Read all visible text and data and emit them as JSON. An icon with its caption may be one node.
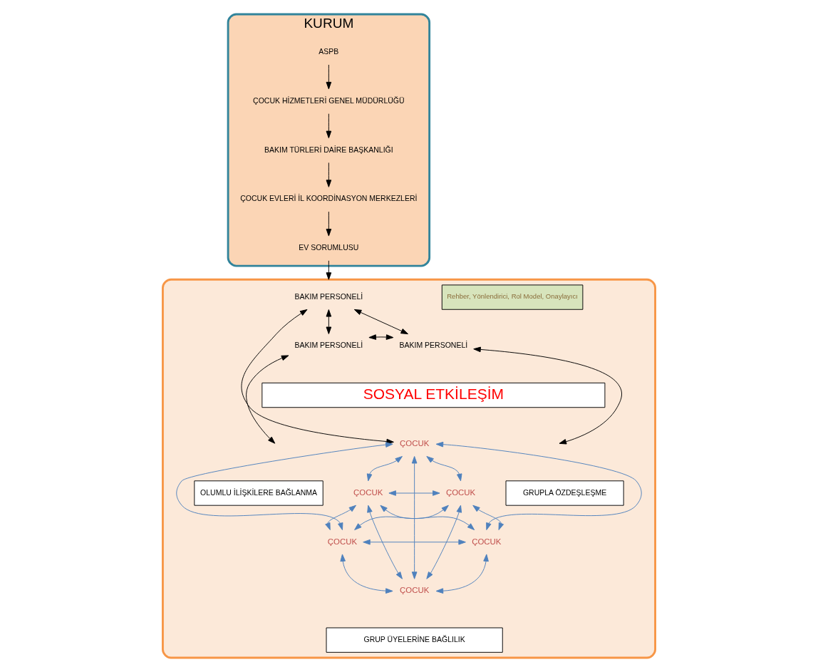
{
  "diagram": {
    "nodes": [
      {
        "text": [
          "KURUM"
        ]
      },
      {
        "text": [
          "ASPB"
        ],
        "in": 0
      },
      {
        "text": [
          "ÇOCUK HİZMETLERİ GENEL MÜDÜRLÜĞÜ"
        ],
        "in": 0
      },
      {
        "text": [
          "BAKIM TÜRLERİ DAİRE BAŞKANLIĞI"
        ],
        "in": 0
      },
      {
        "text": [
          "ÇOCUK EVLERİ İL KOORDİNASYON MERKEZLERİ"
        ],
        "in": 0
      },
      {
        "text": [
          "EV SORUMLUSU"
        ],
        "in": 0
      },
      {
        "text": [],
        "shape": "box"
      },
      {
        "text": [
          "BAKIM PERSONELİ"
        ],
        "in": 6
      },
      {
        "text": [
          "BAKIM PERSONELİ"
        ],
        "in": 6
      },
      {
        "text": [
          "BAKIM PERSONELİ"
        ],
        "in": 6
      },
      {
        "text": [
          "Rehber, Yönlendirici, Rol Model, Onaylayıcı"
        ],
        "in": 6
      },
      {
        "text": [
          "SOSYAL ETKİLEŞİM"
        ],
        "in": 6
      },
      {
        "text": [
          "ÇOCUK"
        ],
        "in": 6
      },
      {
        "text": [
          "ÇOCUK"
        ],
        "in": 6
      },
      {
        "text": [
          "ÇOCUK"
        ],
        "in": 6
      },
      {
        "text": [
          "OLUMLU İLİŞKİLERE BAĞLANMA"
        ],
        "in": 6
      },
      {
        "text": [
          "GRUPLA ÖZDEŞLEŞME"
        ],
        "in": 6
      },
      {
        "text": [
          "ÇOCUK"
        ],
        "in": 6
      },
      {
        "text": [
          "ÇOCUK"
        ],
        "in": 6
      },
      {
        "text": [
          "ÇOCUK"
        ],
        "in": 6
      },
      {
        "text": [
          "GRUP ÜYELERİNE BAĞLILIK"
        ],
        "in": 6
      }
    ],
    "edges": [
      {
        "from": 1,
        "to": 2,
        "arrow": "to",
        "color": "#000000"
      },
      {
        "from": 2,
        "to": 3,
        "arrow": "to",
        "color": "#000000"
      },
      {
        "from": 3,
        "to": 4,
        "arrow": "to",
        "color": "#000000"
      },
      {
        "from": 4,
        "to": 5,
        "arrow": "to",
        "color": "#000000"
      },
      {
        "from": 5,
        "to": 6,
        "arrow": "to",
        "color": "#000000"
      },
      {
        "from": 7,
        "to": 8,
        "arrow": "both",
        "color": "#000000"
      },
      {
        "from": 7,
        "to": 9,
        "arrow": "both",
        "color": "#000000"
      },
      {
        "from": 8,
        "to": 9,
        "arrow": "both",
        "color": "#000000"
      },
      {
        "from": 7,
        "to": 12,
        "arrow": "both",
        "color": "#000000"
      },
      {
        "from": 8,
        "to": null,
        "arrow": "both",
        "color": "#000000"
      },
      {
        "from": 9,
        "to": null,
        "arrow": "both",
        "color": "#000000"
      },
      {
        "from": 12,
        "to": 13,
        "arrow": "both"
      },
      {
        "from": 12,
        "to": 14,
        "arrow": "both"
      },
      {
        "from": 12,
        "to": 17,
        "arrow": "both"
      },
      {
        "from": 12,
        "to": 18,
        "arrow": "both"
      },
      {
        "from": 12,
        "to": 19,
        "arrow": "both"
      },
      {
        "from": 13,
        "to": 14,
        "arrow": "both"
      },
      {
        "from": 13,
        "to": 17,
        "arrow": "both"
      },
      {
        "from": 13,
        "to": 18,
        "arrow": "both"
      },
      {
        "from": 13,
        "to": 19,
        "arrow": "both"
      },
      {
        "from": 14,
        "to": 17,
        "arrow": "both"
      },
      {
        "from": 14,
        "to": 18,
        "arrow": "both"
      },
      {
        "from": 14,
        "to": 19,
        "arrow": "both"
      },
      {
        "from": 17,
        "to": 18,
        "arrow": "both"
      },
      {
        "from": 17,
        "to": 19,
        "arrow": "both"
      },
      {
        "from": 18,
        "to": 19,
        "arrow": "both"
      }
    ]
  }
}
